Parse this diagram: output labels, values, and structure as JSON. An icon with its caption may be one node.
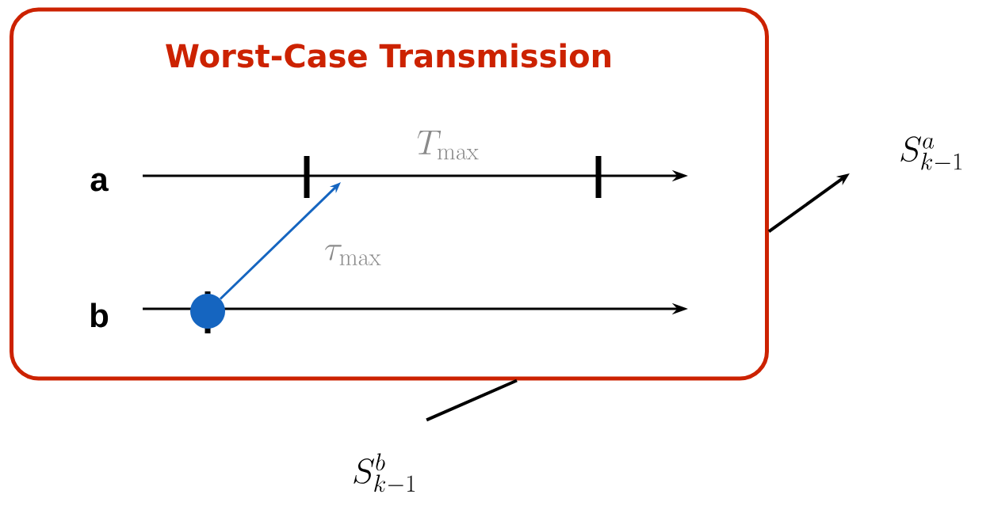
{
  "diagram": {
    "nodes": [
      {
        "text": [
          "Worst-Case Transmission"
        ]
      },
      {
        "text": [
          "S^{b}_{k-1}"
        ]
      },
      {
        "text": [
          "S^{a}_{k-1}"
        ]
      },
      {
        "text": [],
        "shape": "circle",
        "in": 0
      }
    ],
    "edges": [
      {
        "from": 1,
        "to": 0,
        "arrow": "none"
      },
      {
        "from": 0,
        "to": 2,
        "arrow": "to"
      },
      {
        "from": 3,
        "to": null,
        "arrow": "to",
        "color": "#1565c0"
      }
    ],
    "labels": [
      "a",
      "T_{\\max}",
      "\\tau_{\\max}",
      "b"
    ]
  }
}
